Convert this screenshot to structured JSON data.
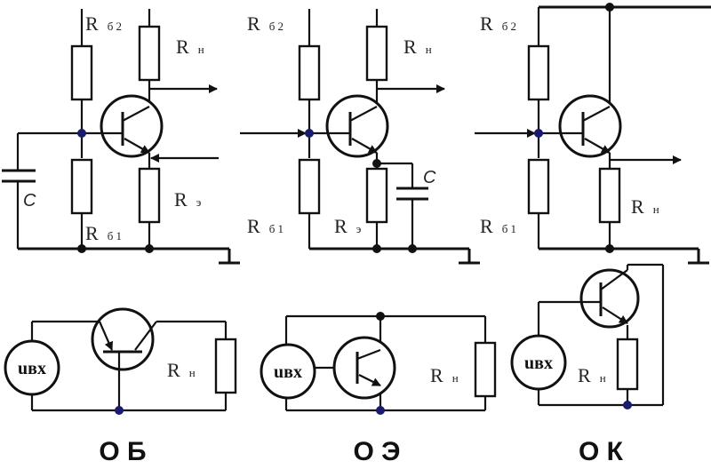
{
  "top_circuits": {
    "ob": {
      "rb2": {
        "main": "R",
        "sub": "б 2"
      },
      "rn": {
        "main": "R",
        "sub": "н"
      },
      "re": {
        "main": "R",
        "sub": "э"
      },
      "rb1": {
        "main": "R",
        "sub": "б 1"
      },
      "c": "C"
    },
    "oe": {
      "rb2": {
        "main": "R",
        "sub": "б 2"
      },
      "rn": {
        "main": "R",
        "sub": "н"
      },
      "rb1": {
        "main": "R",
        "sub": "б 1"
      },
      "re": {
        "main": "R",
        "sub": "э"
      },
      "c": "C"
    },
    "ok": {
      "rb2": {
        "main": "R",
        "sub": "б 2"
      },
      "rn": {
        "main": "R",
        "sub": "н"
      },
      "rb1": {
        "main": "R",
        "sub": "б 1"
      }
    }
  },
  "bottom_circuits": {
    "ob": {
      "source": "uвх",
      "rn": {
        "main": "R",
        "sub": "н"
      },
      "title": "О Б"
    },
    "oe": {
      "source": "uвх",
      "rn": {
        "main": "R",
        "sub": "н"
      },
      "title": "О Э"
    },
    "ok": {
      "source": "uвх",
      "rn": {
        "main": "R",
        "sub": "н"
      },
      "title": "О К"
    }
  },
  "colors": {
    "wire": "#111111",
    "junction": "#1a1a6e"
  }
}
